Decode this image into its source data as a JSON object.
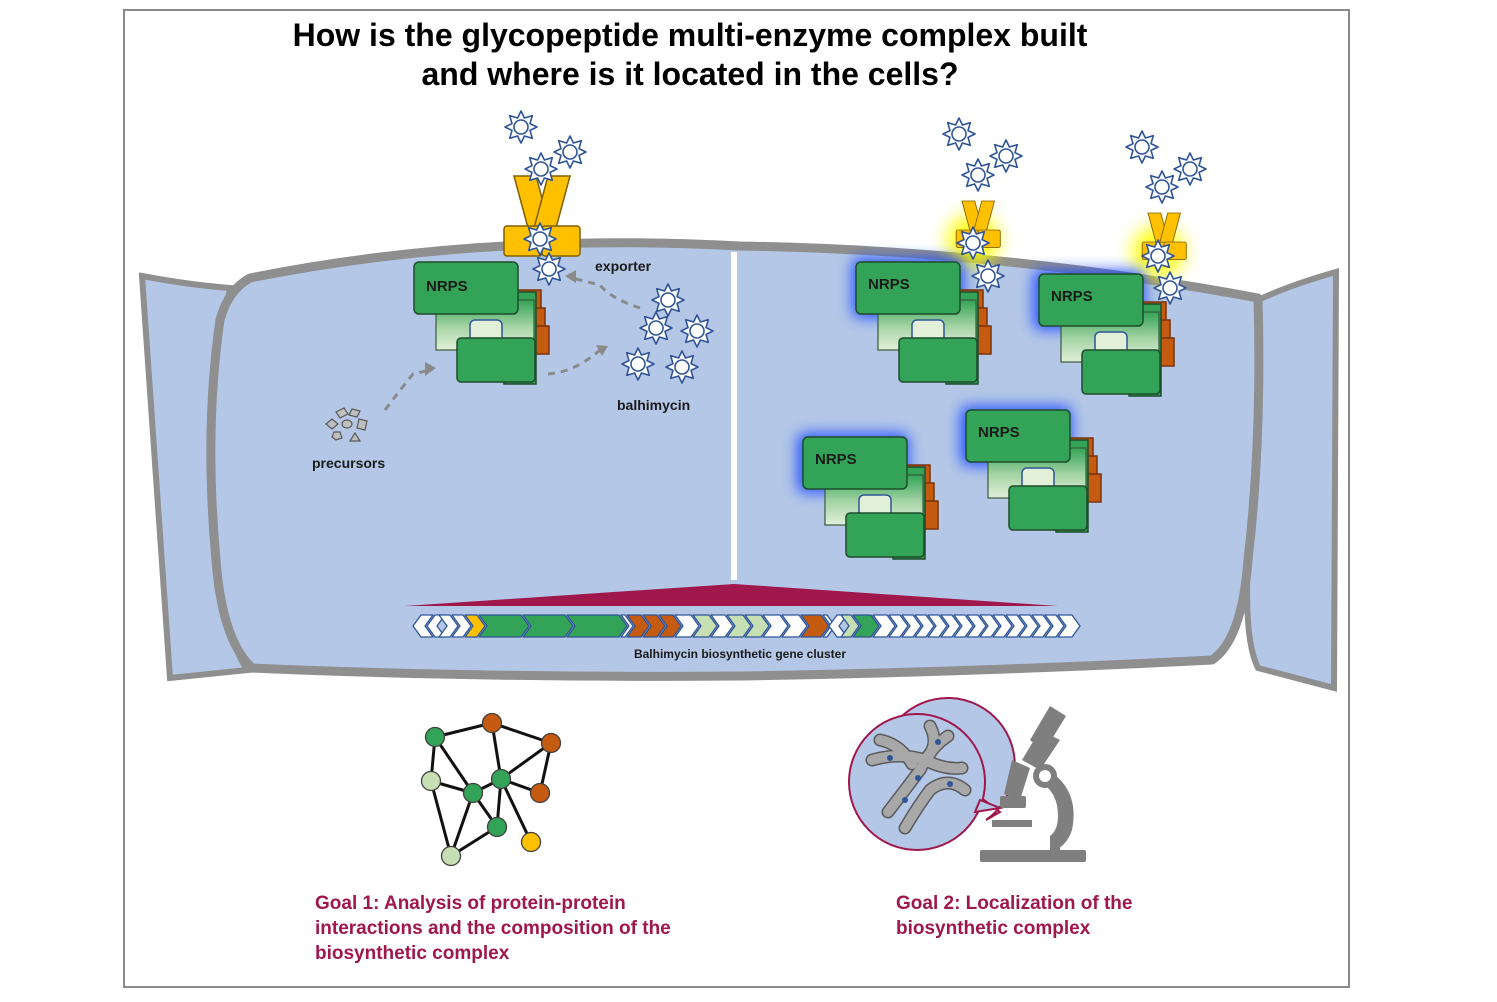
{
  "title": {
    "line1": "How is the glycopeptide multi-enzyme complex built",
    "line2": "and where is it located in the cells?"
  },
  "labels": {
    "nrps": "NRPS",
    "exporter": "exporter",
    "balhimycin": "balhimycin",
    "precursors": "precursors",
    "gene_cluster": "Balhimycin biosynthetic gene cluster"
  },
  "goals": {
    "goal1": {
      "line1": "Goal 1: Analysis of protein-protein",
      "line2": "interactions  and the composition of the",
      "line3": "biosynthetic complex"
    },
    "goal2": {
      "line1": "Goal 2: Localization of the",
      "line2": "biosynthetic complex"
    }
  },
  "colors": {
    "cell_fill": "#b4c7e7",
    "cell_wall": "#8f8f8f",
    "nrps_green": "#33a457",
    "light_green": "#c6e0b4",
    "orange_domain": "#c55a11",
    "exporter_yellow": "#ffc000",
    "glow_blue": "#1f4cff",
    "glow_yellow": "#ffff00",
    "maroon": "#a0174c",
    "molecule_blue": "#2f5597"
  }
}
